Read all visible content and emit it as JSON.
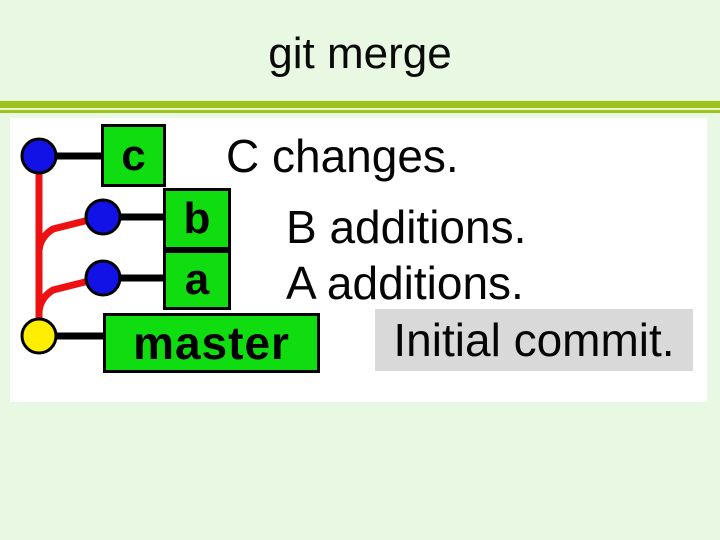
{
  "title": "git merge",
  "colors": {
    "slide_background": "#e8f8e2",
    "divider_green": "#9cc41d",
    "divider_gap": "#e9f5cc",
    "panel_background": "#ffffff",
    "branch_box_green": "#10dd10",
    "commit_node_blue": "#1212e6",
    "root_node_yellow": "#ffee00",
    "branch_edge_red": "#ee1111",
    "connector_black": "#000000",
    "highlight_gray": "#d9d9d9",
    "text_black": "#000000"
  },
  "graph": {
    "branches": [
      {
        "label": "c",
        "message": "C changes."
      },
      {
        "label": "b",
        "message": "B additions."
      },
      {
        "label": "a",
        "message": "A additions."
      },
      {
        "label": "master",
        "message": "Initial commit."
      }
    ]
  }
}
